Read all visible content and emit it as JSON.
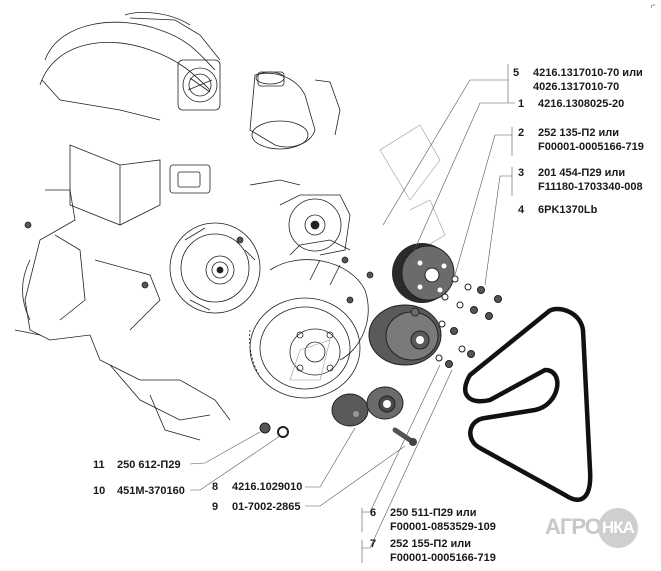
{
  "diagram": {
    "type": "exploded-parts-diagram",
    "subject": "engine accessory drive (pulleys, tensioner, water pump, belt)",
    "corner_mark": "г°",
    "watermark_logo": {
      "text_left": "АГРО",
      "text_ring": "НКА"
    },
    "colors": {
      "line": "#1a1a1a",
      "part_fill": "#6b6b6b",
      "logo": "#c8c8c8",
      "background": "#ffffff"
    }
  },
  "callouts": [
    {
      "number": "5",
      "code": "4216.1317010-70 или",
      "code2": "4026.1317010-70"
    },
    {
      "number": "1",
      "code": "4216.1308025-20",
      "code2": ""
    },
    {
      "number": "2",
      "code": "252 135-П2 или",
      "code2": "F00001-0005166-719"
    },
    {
      "number": "3",
      "code": "201 454-П29 или",
      "code2": "F11180-1703340-008"
    },
    {
      "number": "4",
      "code": "6PK1370Lb",
      "code2": ""
    },
    {
      "number": "11",
      "code": "250 612-П29",
      "code2": ""
    },
    {
      "number": "10",
      "code": "451М-370160",
      "code2": ""
    },
    {
      "number": "8",
      "code": "4216.1029010",
      "code2": ""
    },
    {
      "number": "9",
      "code": "01-7002-2865",
      "code2": ""
    },
    {
      "number": "6",
      "code": "250 511-П29 или",
      "code2": "F00001-0853529-109"
    },
    {
      "number": "7",
      "code": "252 155-П2 или",
      "code2": "F00001-0005166-719"
    }
  ]
}
